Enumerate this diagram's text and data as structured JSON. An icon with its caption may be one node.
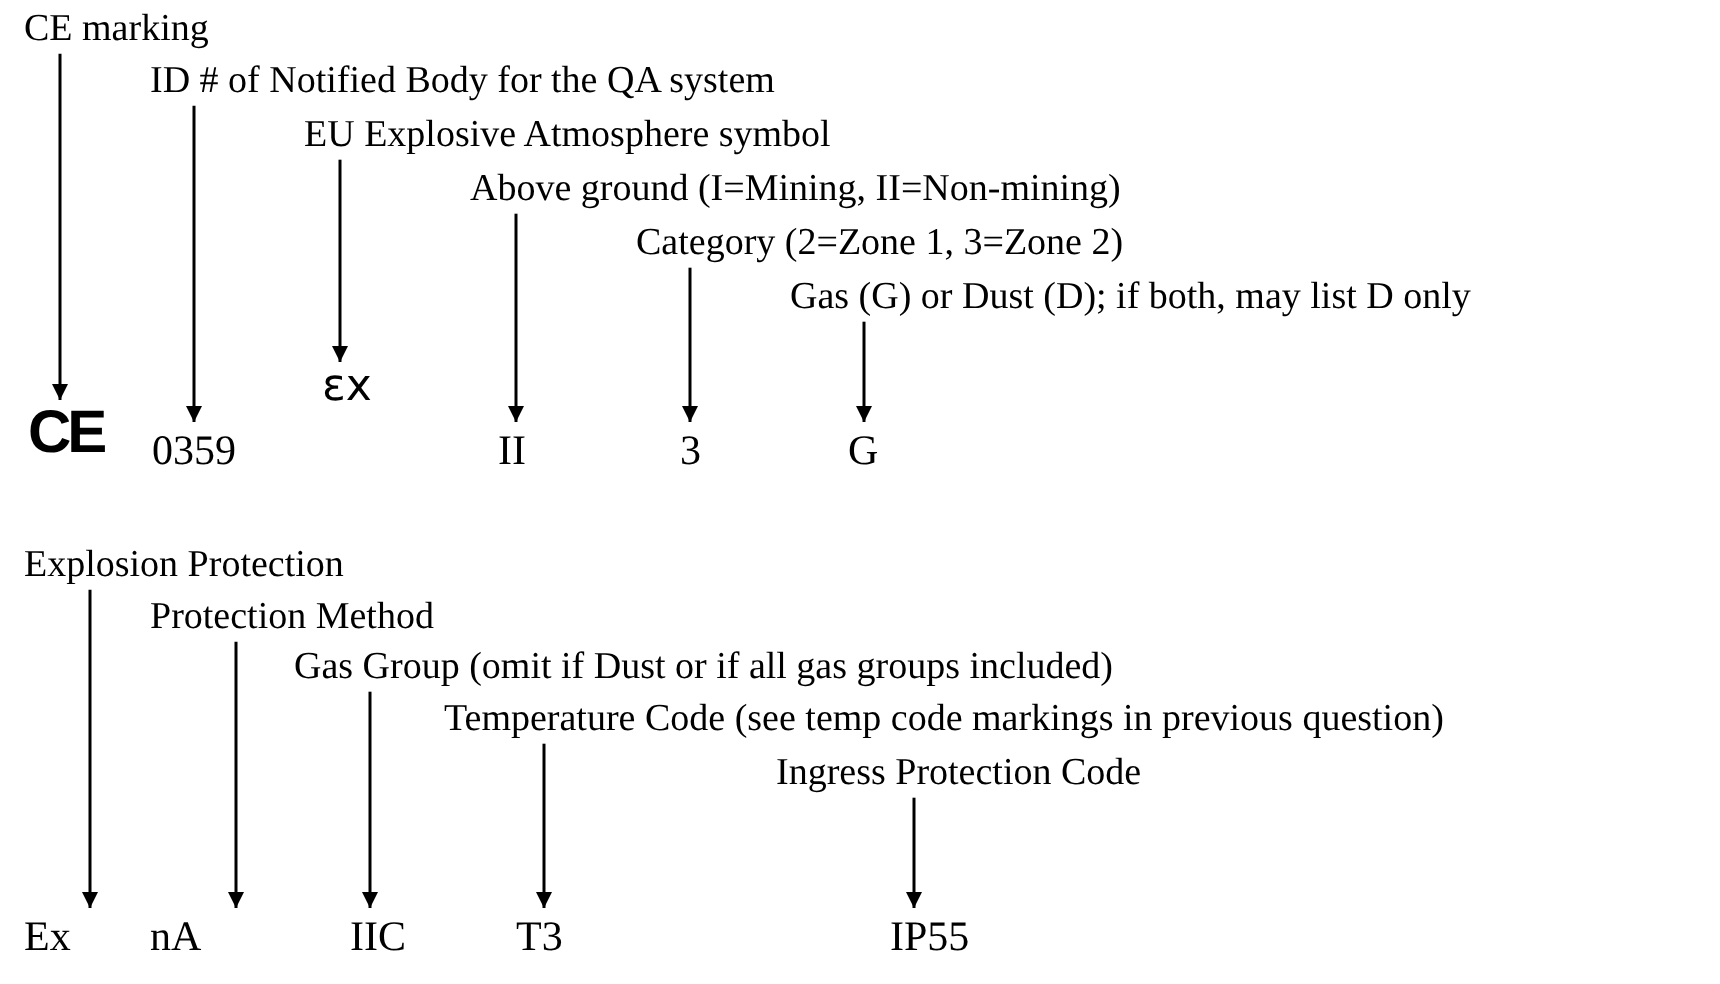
{
  "diagram": {
    "nodes": [
      {
        "text": [
          "CE marking"
        ]
      },
      {
        "text": [
          "ID # of Notified Body for the QA system"
        ]
      },
      {
        "text": [
          "EU Explosive Atmosphere symbol"
        ]
      },
      {
        "text": [
          "Above ground (I=Mining, II=Non-mining)"
        ]
      },
      {
        "text": [
          "Category (2=Zone 1, 3=Zone 2)"
        ]
      },
      {
        "text": [
          "Gas (G) or Dust (D); if both, may list D only"
        ]
      },
      {
        "text": [
          "CE"
        ]
      },
      {
        "text": [
          "0359"
        ]
      },
      {
        "text": [
          "εx"
        ]
      },
      {
        "text": [
          "II"
        ]
      },
      {
        "text": [
          "3"
        ]
      },
      {
        "text": [
          "G"
        ]
      },
      {
        "text": [
          "Explosion Protection"
        ]
      },
      {
        "text": [
          "Protection Method"
        ]
      },
      {
        "text": [
          "Gas Group (omit if Dust or if all gas groups included)"
        ]
      },
      {
        "text": [
          "Temperature Code (see temp code markings in previous question)"
        ]
      },
      {
        "text": [
          "Ingress Protection Code"
        ]
      },
      {
        "text": [
          "Ex"
        ]
      },
      {
        "text": [
          "nA"
        ]
      },
      {
        "text": [
          "IIC"
        ]
      },
      {
        "text": [
          "T3"
        ]
      },
      {
        "text": [
          "IP55"
        ]
      }
    ],
    "edges": [
      {
        "from": 0,
        "to": 6,
        "arrow": "to"
      },
      {
        "from": 1,
        "to": 7,
        "arrow": "to"
      },
      {
        "from": 2,
        "to": 8,
        "arrow": "to"
      },
      {
        "from": 3,
        "to": 9,
        "arrow": "to"
      },
      {
        "from": 4,
        "to": 10,
        "arrow": "to"
      },
      {
        "from": 5,
        "to": 11,
        "arrow": "to"
      },
      {
        "from": 12,
        "to": 17,
        "arrow": "to"
      },
      {
        "from": 13,
        "to": 18,
        "arrow": "to"
      },
      {
        "from": 14,
        "to": 19,
        "arrow": "to"
      },
      {
        "from": 15,
        "to": 20,
        "arrow": "to"
      },
      {
        "from": 16,
        "to": 21,
        "arrow": "to"
      }
    ]
  }
}
